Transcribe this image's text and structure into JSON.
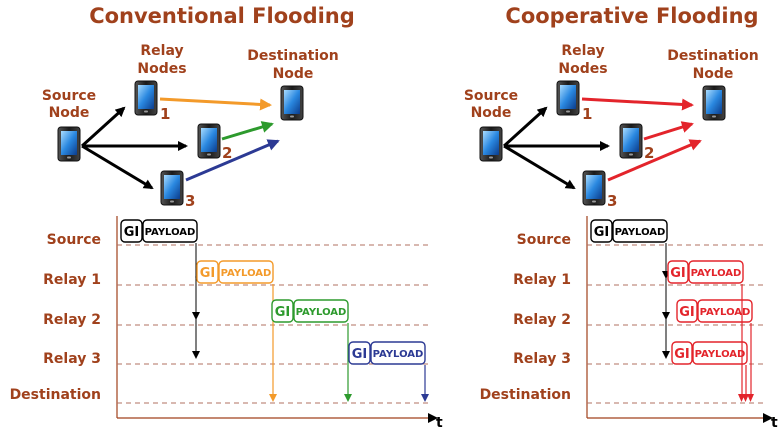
{
  "colors": {
    "title": "#a0411c",
    "label": "#a0411c",
    "black": "#000000",
    "orange": "#f39a2a",
    "green": "#2d9a2d",
    "blue": "#2c3a94",
    "red": "#e3242b",
    "grid_dash": "#b07060"
  },
  "panels": [
    {
      "id": "conventional",
      "title": "Conventional Flooding",
      "source_label": [
        "Source",
        "Node"
      ],
      "relay_label": [
        "Relay",
        "Nodes"
      ],
      "destination_label": [
        "Destination",
        "Node"
      ],
      "relay_numbers": [
        "1",
        "2",
        "3"
      ],
      "relay_arrow_colors": [
        "orange",
        "green",
        "blue"
      ]
    },
    {
      "id": "cooperative",
      "title": "Cooperative Flooding",
      "source_label": [
        "Source",
        "Node"
      ],
      "relay_label": [
        "Relay",
        "Nodes"
      ],
      "destination_label": [
        "Destination",
        "Node"
      ],
      "relay_numbers": [
        "1",
        "2",
        "3"
      ],
      "relay_arrow_colors": [
        "red",
        "red",
        "red"
      ]
    }
  ],
  "timing": {
    "rows": [
      "Source",
      "Relay 1",
      "Relay 2",
      "Relay 3",
      "Destination"
    ],
    "axis_label": "t",
    "packet": {
      "gi": "GI",
      "payload": "PAYLOAD"
    }
  }
}
